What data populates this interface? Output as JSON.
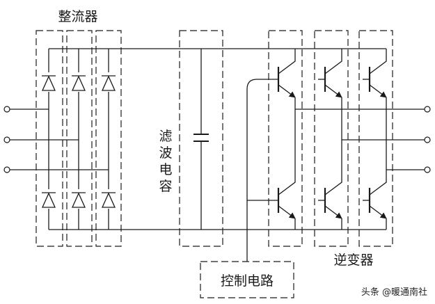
{
  "labels": {
    "rectifier": "整流器",
    "filter_cap_chars": [
      "滤",
      "波",
      "电",
      "容"
    ],
    "inverter": "逆变器",
    "control_circuit": "控制电路"
  },
  "watermark": "头条 @暖通南社",
  "colors": {
    "line": "#1a1a1a",
    "background": "#ffffff"
  }
}
